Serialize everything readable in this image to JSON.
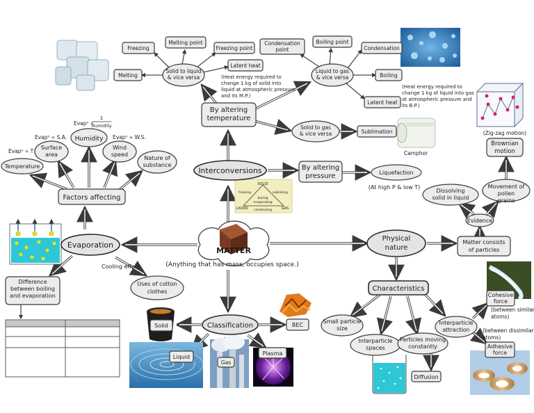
{
  "center": {
    "title": "MATTER",
    "definition": "(Anything that has mass, occupies space.)"
  },
  "interconversions": {
    "title": "Interconversions",
    "by_temperature": "By altering temperature",
    "solid_liquid": "Solid to liquid & vice versa",
    "liquid_gas": "Liquid to gas & vice versa",
    "solid_gas": "Solid to gas & vice versa",
    "freezing": "Freezing",
    "melting_point": "Melting point",
    "freezing_point": "Freezing point",
    "melting": "Melting",
    "latent_heat": "Latent heat",
    "latent_heat_note": "(Heat energy required to change 1 kg of solid into liquid at atmospheric pressure and its M.P.)",
    "condensation_point": "Condensation point",
    "boiling_point": "Boiling point",
    "condensation": "Condensation",
    "boiling": "Boiling",
    "latent_heat_2": "Latent heat",
    "latent_heat_note_2": "(Heat energy required to change 1 kg of liquid into gas at atmospheric pressure and its B.P.)",
    "sublimation": "Sublimation",
    "camphor": "Camphor",
    "by_pressure": "By altering pressure",
    "liquefaction": "Liquefaction",
    "liquefaction_note": "(At high P & low T)",
    "triangle": {
      "solid": "SOLID",
      "liquid": "LIQUID",
      "gas": "GAS",
      "freezing": "freezing",
      "subliming": "subliming",
      "boiling": "boiling",
      "evaporating": "evaporating",
      "condensing": "condensing"
    }
  },
  "evaporation": {
    "title": "Evaporation",
    "factors": "Factors affecting",
    "temperature": "Temperature",
    "surface_area": "Surface area",
    "humidity": "Humidity",
    "wind_speed": "Wind speed",
    "nature": "Nature of substance",
    "f_temp": "Evapⁿ ∝ T",
    "f_sa": "Evapⁿ ∝ S.A.",
    "f_hum_lhs": "Evapⁿ ∝",
    "f_hum_num": "1",
    "f_hum_den": "Humidity",
    "f_ws": "Evapⁿ ∝ W.S.",
    "cooling": "Cooling effect",
    "uses": "Uses of cotton clothes",
    "difference": "Difference between boiling and evaporation"
  },
  "classification": {
    "title": "Classification",
    "solid": "Solid",
    "liquid": "Liquid",
    "gas": "Gas",
    "plasma": "Plasma",
    "bec": "BEC"
  },
  "physical": {
    "title": "Physical nature",
    "particles": "Matter consists of particles",
    "evidence": "Evidence",
    "dissolving": "Dissolving solid in liquid",
    "pollen": "Movement of pollen grains",
    "brownian": "Brownian motion",
    "zigzag": "(Zig-zag motion)",
    "characteristics": "Characteristics",
    "small_size": "Small particle size",
    "spaces": "Interparticle spaces",
    "moving": "Particles moving constantly",
    "diffusion": "Diffusion",
    "attraction": "Interparticle attraction",
    "cohesive": "Cohesive force",
    "cohesive_note": "(between similar atoms)",
    "dissimilar_note": "(between dissimilar atoms)",
    "adhesive": "Adhesive force"
  },
  "colors": {
    "node": "#ececec",
    "stroke": "#3a3a3a",
    "water": "#2ec7d6",
    "bec": "#e07a1a",
    "plasma": "#7a2aa8",
    "matter_logo": "#7a3b22"
  }
}
